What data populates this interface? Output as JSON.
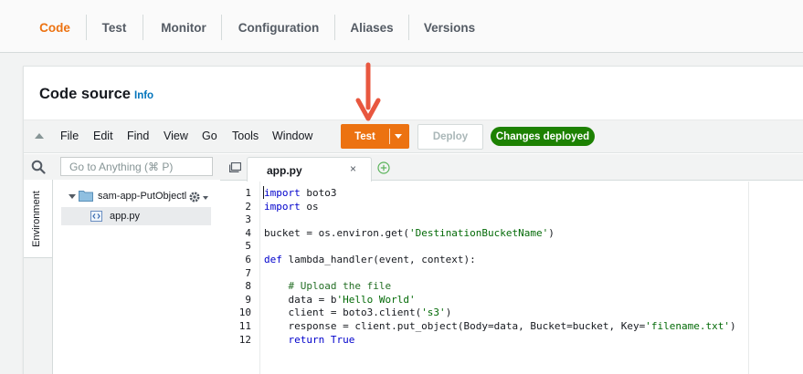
{
  "tabs": [
    "Code",
    "Test",
    "Monitor",
    "Configuration",
    "Aliases",
    "Versions"
  ],
  "active_tab": "Code",
  "panel": {
    "title": "Code source",
    "info": "Info"
  },
  "menu": [
    "File",
    "Edit",
    "Find",
    "View",
    "Go",
    "Tools",
    "Window"
  ],
  "buttons": {
    "test": "Test",
    "deploy": "Deploy"
  },
  "status": "Changes deployed",
  "search": {
    "placeholder": "Go to Anything (⌘ P)"
  },
  "sidebar": {
    "environment_label": "Environment",
    "folder": "sam-app-PutObjectl",
    "file": "app.py"
  },
  "editor": {
    "tab": "app.py",
    "lines": [
      [
        {
          "t": "import",
          "c": "kw"
        },
        {
          "t": " boto3"
        }
      ],
      [
        {
          "t": "import",
          "c": "kw"
        },
        {
          "t": " os"
        }
      ],
      [],
      [
        {
          "t": "bucket = os.environ.get("
        },
        {
          "t": "'DestinationBucketName'",
          "c": "str"
        },
        {
          "t": ")"
        }
      ],
      [],
      [
        {
          "t": "def",
          "c": "kw"
        },
        {
          "t": " lambda_handler(event, context):"
        }
      ],
      [],
      [
        {
          "t": "    "
        },
        {
          "t": "# Upload the file",
          "c": "cmt"
        }
      ],
      [
        {
          "t": "    data = b"
        },
        {
          "t": "'Hello World'",
          "c": "str"
        }
      ],
      [
        {
          "t": "    client = boto3.client("
        },
        {
          "t": "'s3'",
          "c": "str"
        },
        {
          "t": ")"
        }
      ],
      [
        {
          "t": "    response = client.put_object(Body=data, Bucket=bucket, Key="
        },
        {
          "t": "'filename.txt'",
          "c": "str"
        },
        {
          "t": ")"
        }
      ],
      [
        {
          "t": "    "
        },
        {
          "t": "return",
          "c": "kw"
        },
        {
          "t": " "
        },
        {
          "t": "True",
          "c": "kw"
        }
      ]
    ]
  },
  "colors": {
    "accent": "#ec7211",
    "success": "#1d8102",
    "link": "#0073bb",
    "annotation_arrow": "#e8573f"
  }
}
